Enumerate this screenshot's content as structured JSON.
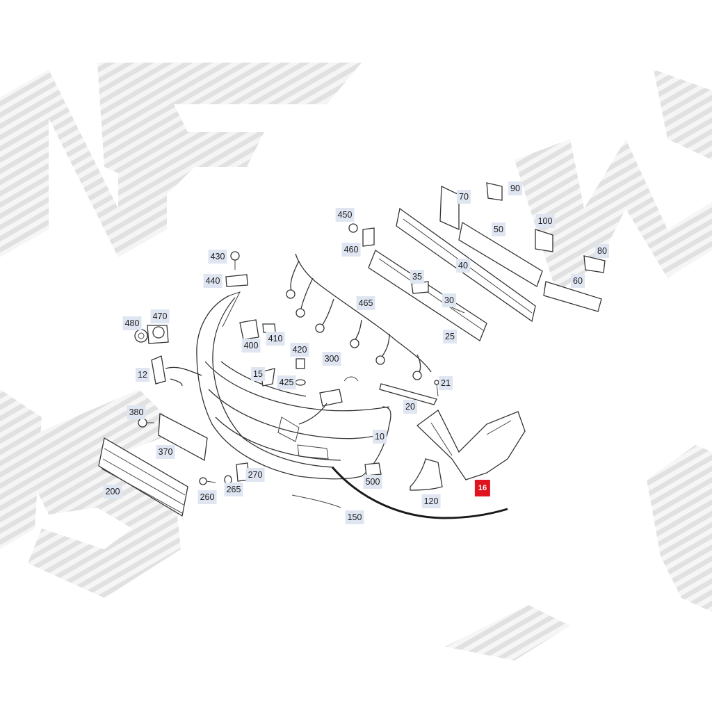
{
  "callouts": [
    {
      "text": "90"
    },
    {
      "text": "70"
    },
    {
      "text": "100"
    },
    {
      "text": "50"
    },
    {
      "text": "450"
    },
    {
      "text": "460"
    },
    {
      "text": "80"
    },
    {
      "text": "40"
    },
    {
      "text": "430"
    },
    {
      "text": "60"
    },
    {
      "text": "35"
    },
    {
      "text": "440"
    },
    {
      "text": "30"
    },
    {
      "text": "465"
    },
    {
      "text": "470"
    },
    {
      "text": "480"
    },
    {
      "text": "400"
    },
    {
      "text": "410"
    },
    {
      "text": "25"
    },
    {
      "text": "420"
    },
    {
      "text": "300"
    },
    {
      "text": "12"
    },
    {
      "text": "15"
    },
    {
      "text": "425"
    },
    {
      "text": "21"
    },
    {
      "text": "20"
    },
    {
      "text": "380"
    },
    {
      "text": "10"
    },
    {
      "text": "370"
    },
    {
      "text": "270"
    },
    {
      "text": "500"
    },
    {
      "text": "200"
    },
    {
      "text": "265"
    },
    {
      "text": "260"
    },
    {
      "text": "120"
    },
    {
      "text": "150"
    },
    {
      "text": "16",
      "highlighted": true
    }
  ],
  "colors": {
    "highlight": "#e0141e",
    "callout_bg": "#dfe6f2",
    "line": "#333333",
    "watermark": "#d9d9d9"
  }
}
